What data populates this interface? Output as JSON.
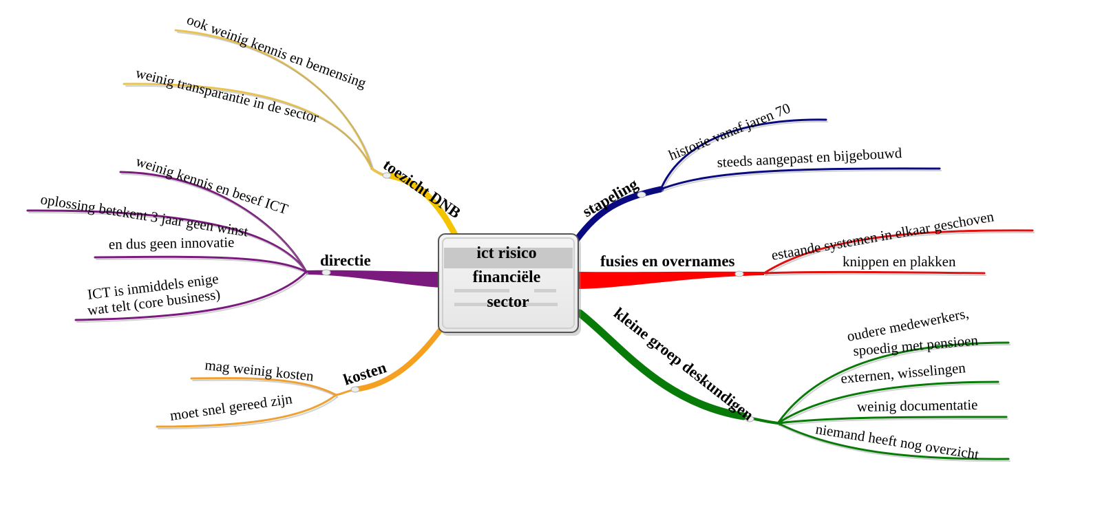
{
  "center": {
    "lines": [
      "ict risico",
      "financiële",
      "sector"
    ]
  },
  "branches": {
    "toezicht": {
      "label": "toezicht DNB",
      "color": "#f5c400",
      "leaf_color": "#e8c350",
      "leaves": [
        "ook weinig kennis en bemensing",
        "weinig transparantie in de sector"
      ]
    },
    "directie": {
      "label": "directie",
      "color": "#7b1a7e",
      "leaf_color": "#7b1a7e",
      "leaves": [
        "weinig kennis en besef ICT",
        "oplossing betekent 3 jaar geen winst",
        "en dus geen innovatie",
        "ICT is inmiddels enige",
        "wat telt (core business)"
      ]
    },
    "kosten": {
      "label": "kosten",
      "color": "#f5a020",
      "leaf_color": "#f0a030",
      "leaves": [
        "mag weinig kosten",
        "moet snel gereed zijn"
      ]
    },
    "stapeling": {
      "label": "stapeling",
      "color": "#0a0a80",
      "leaf_color": "#0a0a80",
      "leaves": [
        "historie vanaf jaren 70",
        "steeds aangepast en bijgebouwd"
      ]
    },
    "fusies": {
      "label": "fusies en overnames",
      "color": "#ff0000",
      "leaf_color": "#e01010",
      "leaves": [
        "estaande systemen in elkaar geschoven",
        "knippen en plakken"
      ]
    },
    "deskundigen": {
      "label": "kleine groep deskundigen",
      "color": "#087a08",
      "leaf_color": "#087a08",
      "leaves": [
        "oudere medewerkers,",
        "spoedig met pensioen",
        "externen, wisselingen",
        "weinig documentatie",
        "niemand heeft nog overzicht"
      ]
    }
  }
}
